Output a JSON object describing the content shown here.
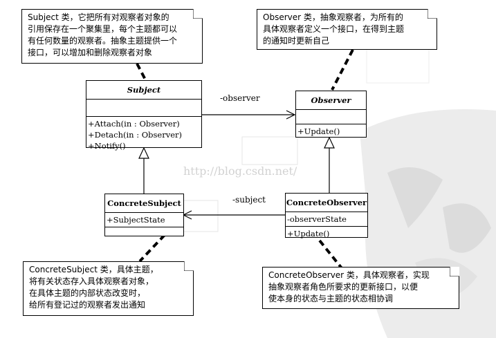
{
  "watermark": "http://blog.csdn.net/",
  "notes": {
    "subject": [
      "Subject 类，它把所有对观察者对象的",
      "引用保存在一个聚集里，每个主题都可以",
      "有任何数量的观察者。抽象主题提供一个",
      "接口，可以增加和删除观察者对象"
    ],
    "observer": [
      "Observer 类，抽象观察者，为所有的",
      "具体观察者定义一个接口，在得到主题",
      "的通知时更新自己"
    ],
    "concrete_subject": [
      "ConcreteSubject 类，具体主题，",
      "将有关状态存入具体观察者对象，",
      "在具体主题的内部状态改变时，",
      "给所有登记过的观察者发出通知"
    ],
    "concrete_observer": [
      "ConcreteObserver 类，具体观察者，实现",
      "抽象观察者角色所要求的更新接口，以便",
      "使本身的状态与主题的状态相协调"
    ]
  },
  "classes": {
    "subject": {
      "name": "Subject",
      "operations": [
        "+Attach(in   : Observer)",
        "+Detach(in   : Observer)",
        "+Notify()"
      ]
    },
    "observer": {
      "name": "Observer",
      "operations": [
        "+Update()"
      ]
    },
    "concrete_subject": {
      "name": "ConcreteSubject",
      "attributes": [
        "+SubjectState"
      ]
    },
    "concrete_observer": {
      "name": "ConcreteObserver",
      "attributes": [
        "-observerState"
      ],
      "operations": [
        "+Update()"
      ]
    }
  },
  "associations": {
    "observer_label": "-observer",
    "subject_label": "-subject"
  }
}
